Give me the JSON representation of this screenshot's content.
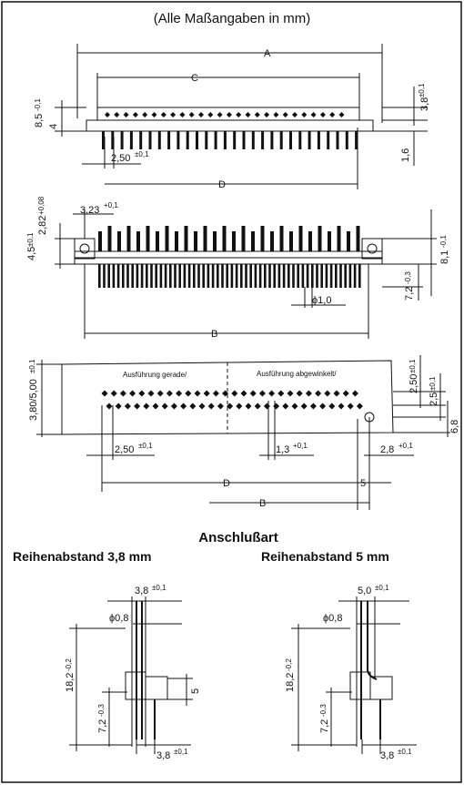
{
  "header": {
    "units_note": "(Alle Maßangaben in mm)"
  },
  "top_view": {
    "dim_a": "A",
    "dim_c": "C",
    "dim_d": "D",
    "dim_8_5": "8,5",
    "tol_8_5": "-0,1",
    "dim_4": "4",
    "dim_3_8": "3,8",
    "tol_3_8": "±0,1",
    "dim_1_6": "1,6",
    "dim_2_50": "2,50",
    "tol_2_50": "±0,1"
  },
  "side_view": {
    "dim_3_23": "3,23",
    "tol_3_23": "+0,1",
    "dim_2_82": "2,82",
    "tol_2_82": "+0,08",
    "dim_4_5": "4,5",
    "tol_4_5": "±0,1",
    "dim_8_1": "8,1",
    "tol_8_1": "-0,1",
    "dim_7_2": "7,2",
    "tol_7_2": "-0,3",
    "dim_phi": "ϕ1,0",
    "dim_b": "B"
  },
  "bottom_view": {
    "label_straight": "Ausführung gerade/",
    "label_angled": "Ausführung abgewinkelt/",
    "dim_3_80": "3,80/5,00",
    "tol_3_80": "±0,1",
    "dim_2_50v": "2,50",
    "tol_2_50v": "±0,1",
    "dim_2_5": "2,5",
    "tol_2_5": "±0,1",
    "dim_6_8": "6,8",
    "dim_2_50h": "2,50",
    "tol_2_50h": "±0,1",
    "dim_1_3": "1,3",
    "tol_1_3": "+0,1",
    "dim_2_8": "2,8",
    "tol_2_8": "+0,1",
    "dim_d": "D",
    "dim_5": "5",
    "dim_b": "B"
  },
  "connection": {
    "title": "Anschlußart",
    "left": {
      "subtitle": "Reihenabstand 3,8 mm",
      "dim_top": "3,8",
      "tol_top": "±0,1",
      "dim_phi": "ϕ0,8",
      "dim_18_2": "18,2",
      "tol_18_2": "-0,2",
      "dim_7_2": "7,2",
      "tol_7_2": "-0,3",
      "dim_5": "5",
      "dim_bottom": "3,8",
      "tol_bottom": "±0,1"
    },
    "right": {
      "subtitle": "Reihenabstand 5 mm",
      "dim_top": "5,0",
      "tol_top": "±0,1",
      "dim_phi": "ϕ0,8",
      "dim_18_2": "18,2",
      "tol_18_2": "-0,2",
      "dim_7_2": "7,2",
      "tol_7_2": "-0,3",
      "dim_bottom": "3,8",
      "tol_bottom": "±0,1"
    }
  }
}
